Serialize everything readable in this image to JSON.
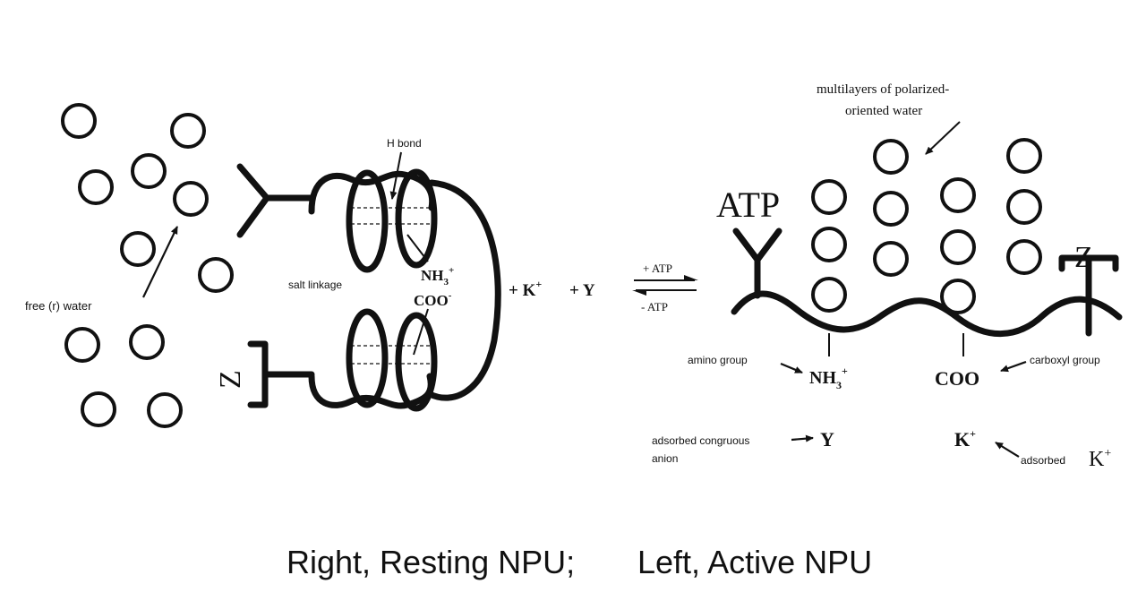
{
  "labels": {
    "free_water": "free (r) water",
    "h_bond": "H bond",
    "salt_linkage": "salt linkage",
    "nh3_left": "NH",
    "nh3_left_sub": "3",
    "nh3_left_sup": "+",
    "coo_left": "COO",
    "coo_left_sup": "-",
    "z_left": "Z",
    "plus_k": "+ K",
    "k_sup": "+",
    "plus_y": "+  Y",
    "plus_atp": "+ ATP",
    "minus_atp": "- ATP",
    "multilayers_line1": "multilayers of polarized-",
    "multilayers_line2": "oriented water",
    "atp": "ATP",
    "z_right": "Z",
    "amino_group": "amino group",
    "nh3_right": "NH",
    "nh3_right_sub": "3",
    "nh3_right_sup": "+",
    "coo_right": "COO",
    "carboxyl_group": "carboxyl group",
    "adsorbed_anion_line1": "adsorbed congruous",
    "adsorbed_anion_line2": "anion",
    "y_right": "Y",
    "k_right": "K",
    "k_right_sup": "+",
    "adsorbed_k": "adsorbed",
    "adsorbed_k_symbol": "K",
    "adsorbed_k_sup": "+"
  },
  "caption": {
    "right": "Right, Resting NPU;",
    "left": "Left, Active NPU"
  }
}
